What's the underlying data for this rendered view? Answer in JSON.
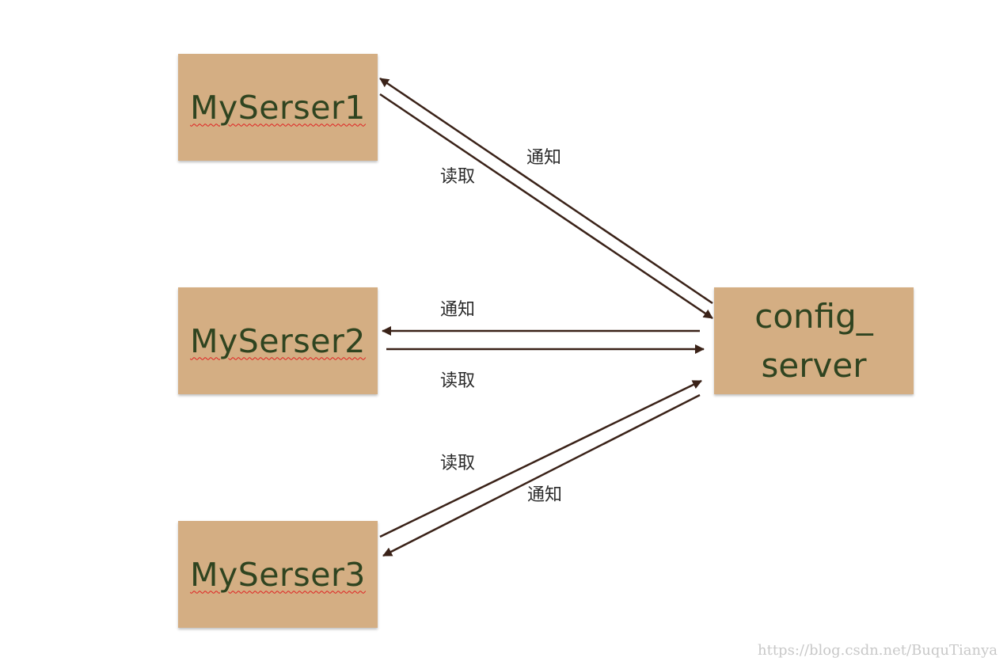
{
  "nodes": {
    "server1": {
      "label": "MySerser1"
    },
    "server2": {
      "label": "MySerser2"
    },
    "server3": {
      "label": "MySerser3"
    },
    "config": {
      "line1": "config_",
      "line2": "server"
    }
  },
  "edges": {
    "s1_notify": "通知",
    "s1_read": "读取",
    "s2_notify": "通知",
    "s2_read": "读取",
    "s3_read": "读取",
    "s3_notify": "通知"
  },
  "colors": {
    "node_fill": "#d4ae83",
    "node_text": "#2f4420",
    "arrow": "#3a2218"
  },
  "watermark": "https://blog.csdn.net/BuquTianya"
}
